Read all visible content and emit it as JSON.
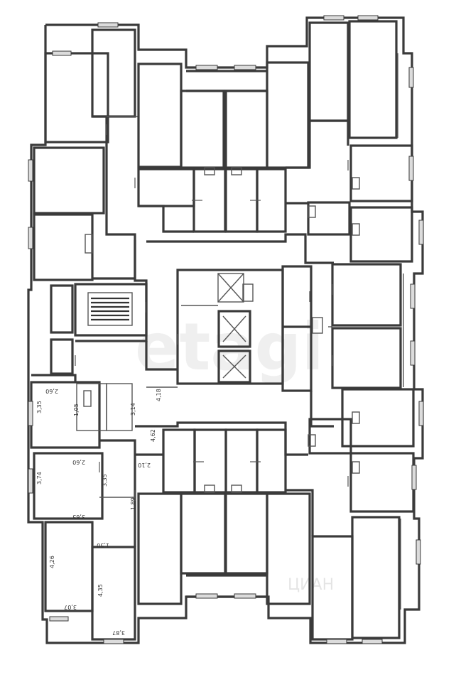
{
  "watermark": {
    "brand": "etagi",
    "corner": "ЦИАН"
  },
  "room_labels": [
    {
      "id": "l1",
      "text": "3,35"
    },
    {
      "id": "l2",
      "text": "2,60"
    },
    {
      "id": "l3",
      "text": "1,05"
    },
    {
      "id": "l4",
      "text": "2,60"
    },
    {
      "id": "l5",
      "text": "3,74"
    },
    {
      "id": "l6",
      "text": "4,62"
    },
    {
      "id": "l7",
      "text": "4,18"
    },
    {
      "id": "l8",
      "text": "3,35"
    },
    {
      "id": "l9",
      "text": "4,26"
    },
    {
      "id": "l10",
      "text": "4,35"
    },
    {
      "id": "l11",
      "text": "3,07"
    },
    {
      "id": "l12",
      "text": "3,87"
    },
    {
      "id": "l13",
      "text": "1,50"
    },
    {
      "id": "l14",
      "text": "1,89"
    },
    {
      "id": "l15",
      "text": "3,65"
    },
    {
      "id": "l16",
      "text": "3,14"
    },
    {
      "id": "l17",
      "text": "2,10"
    }
  ]
}
